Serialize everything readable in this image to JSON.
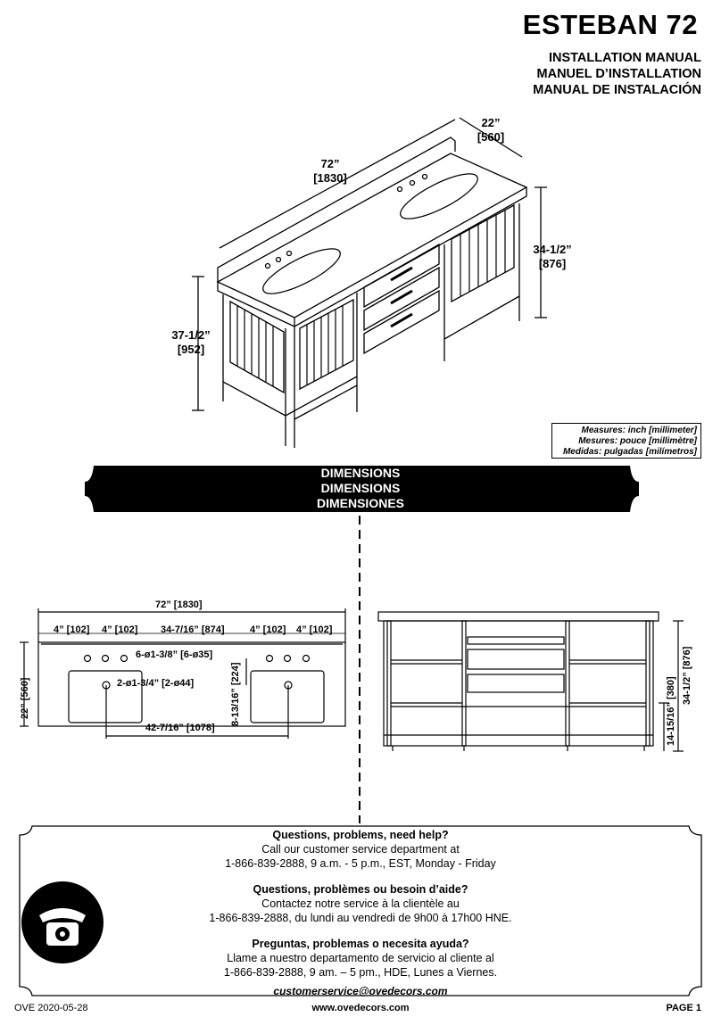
{
  "header": {
    "title": "ESTEBAN 72",
    "subtitles": [
      "INSTALLATION MANUAL",
      "MANUEL D’INSTALLATION",
      "MANUAL DE INSTALACIÓN"
    ]
  },
  "iso_dimensions": {
    "width": "72”",
    "width_mm": "[1830]",
    "depth": "22”",
    "depth_mm": "[560]",
    "height": "37-1/2”",
    "height_mm": "[952]",
    "cabinet_height": "34-1/2”",
    "cabinet_height_mm": "[876]"
  },
  "legend": {
    "lines": [
      "Measures: inch [millimeter]",
      "Mesures: pouce [millimètre]",
      "Medidas: pulgadas [milímetros]"
    ]
  },
  "banner": {
    "lines": [
      "DIMENSIONS",
      "DIMENSIONS",
      "DIMENSIONES"
    ]
  },
  "top_view": {
    "overall": "72” [1830]",
    "d1": "4” [102]",
    "d2": "4” [102]",
    "d3": "34-7/16” [874]",
    "d4": "4” [102]",
    "d5": "4” [102]",
    "holes": "6-ø1-3/8” [6-ø35]",
    "drains": "2-ø1-3/4” [2-ø44]",
    "drain_offset": "8-13/16” [224]",
    "depth": "22” [560]",
    "center": "42-7/16” [1078]"
  },
  "front_view": {
    "height": "34-1/2” [876]",
    "shelf": "14-15/16” [380]"
  },
  "help": {
    "en_title": "Questions, problems, need help?",
    "en_line1": "Call our customer service department at",
    "en_line2": "1-866-839-2888, 9 a.m. - 5 p.m., EST, Monday - Friday",
    "fr_title": "Questions, problèmes ou besoin d’aide?",
    "fr_line1": "Contactez notre service à la clientèle au",
    "fr_line2": "1-866-839-2888, du lundi au vendredi de 9h00 à 17h00 HNE.",
    "es_title": "Preguntas, problemas o necesita ayuda?",
    "es_line1": "Llame a nuestro departamento de servicio al cliente al",
    "es_line2": "1-866-839-2888, 9 am. – 5 pm., HDE, Lunes a Viernes.",
    "email": "customerservice@ovedecors.com"
  },
  "footer": {
    "code": "OVE 2020-05-28",
    "website": "www.ovedecors.com",
    "page": "PAGE 1"
  }
}
